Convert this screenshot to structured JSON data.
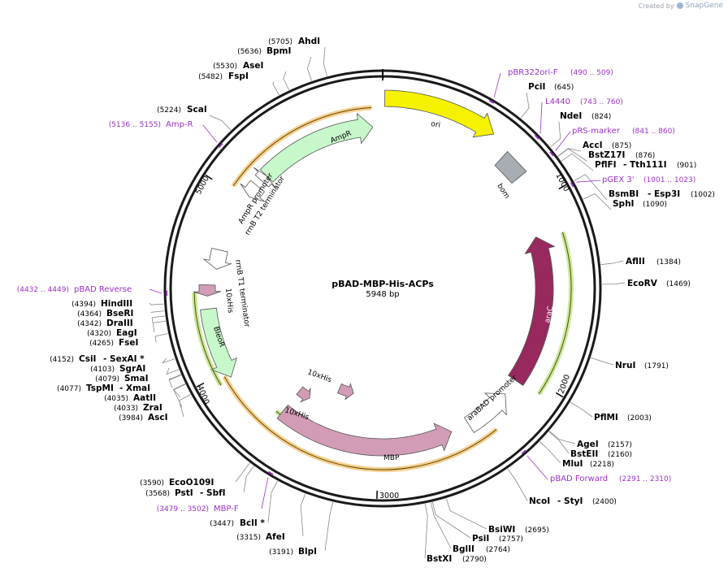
{
  "watermark": {
    "created_by": "Created by",
    "brand": "SnapGene"
  },
  "plasmid": {
    "name": "pBAD-MBP-His-ACPs",
    "size_label": "5948 bp",
    "length": 5948
  },
  "ticks": [
    {
      "label": "1000",
      "bp": 1000
    },
    {
      "label": "2000",
      "bp": 2000
    },
    {
      "label": "3000",
      "bp": 3000
    },
    {
      "label": "4000",
      "bp": 4000
    },
    {
      "label": "5000",
      "bp": 5000
    }
  ],
  "features": [
    {
      "name": "ori",
      "label": "ori",
      "color": "#f5f200"
    },
    {
      "name": "bom",
      "label": "bom",
      "color": "#a8adb3"
    },
    {
      "name": "araC",
      "label": "araC",
      "color": "#97295e"
    },
    {
      "name": "araBAD-promoter",
      "label": "araBAD promoter",
      "color": "#ffffff"
    },
    {
      "name": "MBP",
      "label": "MBP",
      "color": "#d29cb7"
    },
    {
      "name": "10xHis-right",
      "label": "10xHis",
      "color": "#d29cb7"
    },
    {
      "name": "10xHis-left",
      "label": "10xHis",
      "color": "#d29cb7"
    },
    {
      "name": "BleoR",
      "label": "BleoR",
      "color": "#c7f7ca"
    },
    {
      "name": "10xHis-bleo",
      "label": "10xHis",
      "color": "#d29cb7"
    },
    {
      "name": "rrnB-T1-terminator",
      "label": "rrnB T1 terminator",
      "color": "#ffffff"
    },
    {
      "name": "AmpR",
      "label": "AmpR",
      "color": "#c7f7ca"
    },
    {
      "name": "AmpR-promoter",
      "label": "AmpR promoter",
      "color": "#ffffff"
    },
    {
      "name": "rrnB-T2-terminator",
      "label": "rrnB T2 terminator",
      "color": "#ffffff"
    }
  ],
  "enzymes": [
    {
      "name": "AhdI",
      "pos": "(5705)"
    },
    {
      "name": "BpmI",
      "pos": "(5636)"
    },
    {
      "name": "AseI",
      "pos": "(5530)"
    },
    {
      "name": "FspI",
      "pos": "(5482)"
    },
    {
      "name": "ScaI",
      "pos": "(5224)"
    },
    {
      "name": "PciI",
      "pos": "(645)"
    },
    {
      "name": "NdeI",
      "pos": "(824)"
    },
    {
      "name": "AccI",
      "pos": "(875)"
    },
    {
      "name": "BstZ17I",
      "pos": "(876)"
    },
    {
      "name": "PflFI",
      "name2": "- Tth111I",
      "pos": "(901)"
    },
    {
      "name": "BsmBI",
      "name2": "- Esp3I",
      "pos": "(1002)"
    },
    {
      "name": "SphI",
      "pos": "(1090)"
    },
    {
      "name": "AflII",
      "pos": "(1384)"
    },
    {
      "name": "EcoRV",
      "pos": "(1469)"
    },
    {
      "name": "NruI",
      "pos": "(1791)"
    },
    {
      "name": "PflMI",
      "pos": "(2003)"
    },
    {
      "name": "AgeI",
      "pos": "(2157)"
    },
    {
      "name": "BstEII",
      "pos": "(2160)"
    },
    {
      "name": "MluI",
      "pos": "(2218)"
    },
    {
      "name": "NcoI",
      "name2": "- StyI",
      "pos": "(2400)"
    },
    {
      "name": "BsiWI",
      "pos": "(2695)"
    },
    {
      "name": "PsiI",
      "pos": "(2757)"
    },
    {
      "name": "BglII",
      "pos": "(2764)"
    },
    {
      "name": "BstXI",
      "pos": "(2790)"
    },
    {
      "name": "BlpI",
      "pos": "(3191)"
    },
    {
      "name": "AfeI",
      "pos": "(3315)"
    },
    {
      "name": "BclI *",
      "pos": "(3447)"
    },
    {
      "name": "PstI",
      "name2": "- SbfI",
      "pos": "(3568)"
    },
    {
      "name": "EcoO109I",
      "pos": "(3590)"
    },
    {
      "name": "AscI",
      "pos": "(3984)"
    },
    {
      "name": "ZraI",
      "pos": "(4033)"
    },
    {
      "name": "AatII",
      "pos": "(4035)"
    },
    {
      "name": "TspMI",
      "name2": "- XmaI",
      "pos": "(4077)"
    },
    {
      "name": "SmaI",
      "pos": "(4079)"
    },
    {
      "name": "SgrAI",
      "pos": "(4103)"
    },
    {
      "name": "CsiI",
      "name2": "- SexAI *",
      "pos": "(4152)"
    },
    {
      "name": "FseI",
      "pos": "(4265)"
    },
    {
      "name": "EagI",
      "pos": "(4320)"
    },
    {
      "name": "DraIII",
      "pos": "(4342)"
    },
    {
      "name": "BseRI",
      "pos": "(4364)"
    },
    {
      "name": "HindIII",
      "pos": "(4394)"
    }
  ],
  "primers": [
    {
      "name": "pBR322ori-F",
      "range": "(490 .. 509)"
    },
    {
      "name": "L4440",
      "range": "(743 .. 760)"
    },
    {
      "name": "pRS-marker",
      "range": "(841 .. 860)"
    },
    {
      "name": "pGEX 3'",
      "range": "(1001 .. 1023)"
    },
    {
      "name": "pBAD Forward",
      "range": "(2291 .. 2310)"
    },
    {
      "name": "MBP-F",
      "range": "(3479 .. 3502)"
    },
    {
      "name": "Amp-R",
      "range": "(5136 .. 5155)"
    },
    {
      "name": "pBAD Reverse",
      "range": "(4432 .. 4449)"
    }
  ],
  "colors": {
    "backbone": "#1a1a1a",
    "primer": "#9b30c9",
    "orf_orange": "#f0a631",
    "orf_green": "#9ad94a",
    "arrow_outline": "#555555"
  }
}
